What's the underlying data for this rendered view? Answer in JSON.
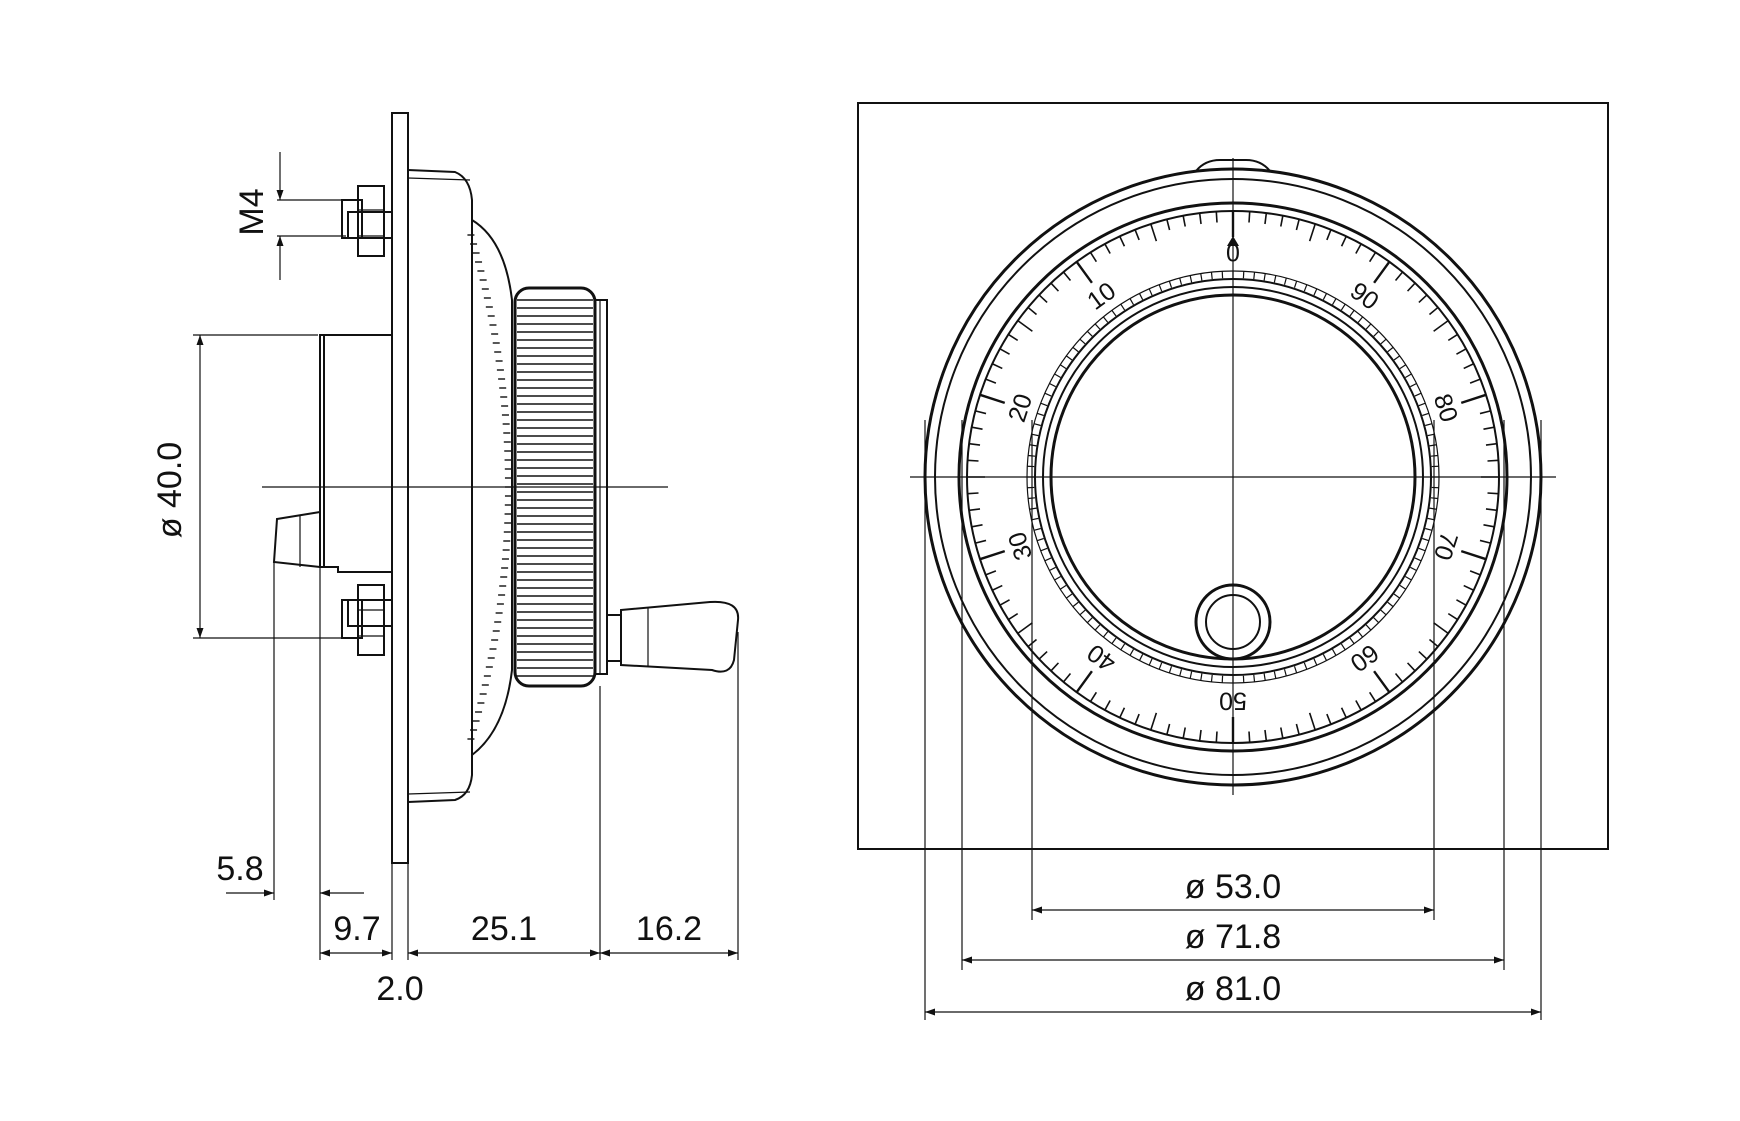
{
  "side_view": {
    "thread": "M4",
    "dim_shaft_diameter": "ø 40.0",
    "dim_58": "5.8",
    "dim_97": "9.7",
    "dim_20": "2.0",
    "dim_251": "25.1",
    "dim_162": "16.2"
  },
  "front_view": {
    "dim_inner": "ø 53.0",
    "dim_middle": "ø 71.8",
    "dim_outer": "ø 81.0",
    "scale_labels": [
      "0",
      "10",
      "20",
      "30",
      "40",
      "50",
      "60",
      "70",
      "80",
      "90"
    ]
  },
  "colors": {
    "line": "#111111",
    "background": "#ffffff"
  }
}
